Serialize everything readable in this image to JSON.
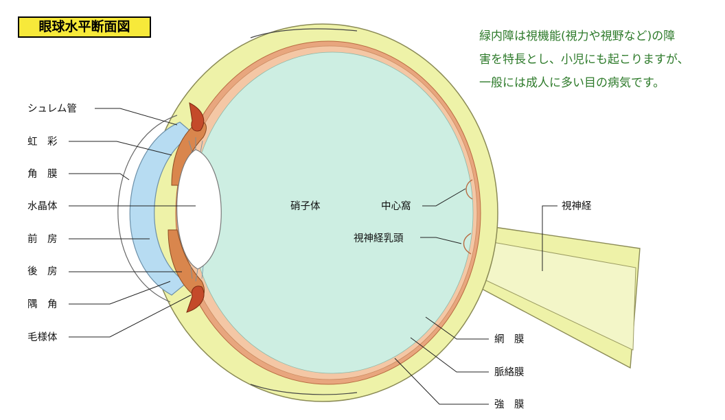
{
  "title": "眼球水平断面図",
  "description": [
    "緑内障は視機能(視力や視野など)の障",
    "害を特長とし、小児にも起こりますが、",
    "一般には成人に多い目の病気です。"
  ],
  "labels": {
    "schlemm": "シュレム管",
    "iris": "虹　彩",
    "cornea": "角　膜",
    "lens": "水晶体",
    "anterior_chamber": "前　房",
    "posterior_chamber": "後　房",
    "angle": "隅　角",
    "ciliary_body": "毛様体",
    "vitreous": "硝子体",
    "fovea": "中心窩",
    "optic_disc": "視神経乳頭",
    "optic_nerve": "視神経",
    "retina": "網　膜",
    "choroid": "脈絡膜",
    "sclera": "強　膜"
  },
  "colors": {
    "sclera": "#eef2a8",
    "choroid": "#e8a67e",
    "retina": "#f4c7a5",
    "vitreous": "#cdeee2",
    "cornea_chamber": "#b7dcf2",
    "lens": "#ffffff",
    "iris": "#d9864d",
    "title_bg": "#f7e93a",
    "description_text": "#2d7a2a"
  }
}
